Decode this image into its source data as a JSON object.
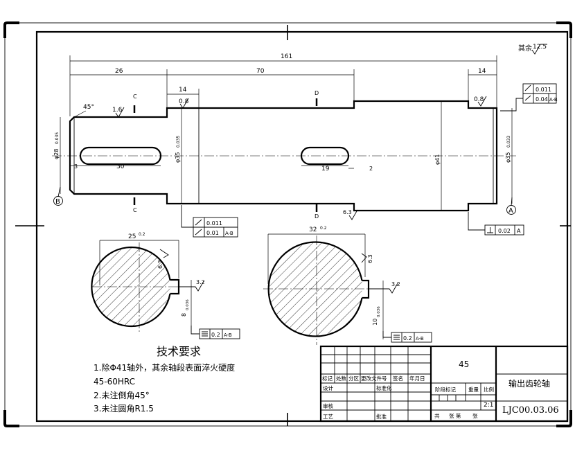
{
  "roughness_note": {
    "prefix": "其余",
    "value": "12.5"
  },
  "dims": {
    "overall_length": "161",
    "len_left": "26",
    "len_mid": "70",
    "len_shoulder": "14",
    "len_right": "14",
    "chamfer": "45°",
    "key1_len": "30",
    "key1_offset": "3",
    "key2_len": "19",
    "key2_offset": "2",
    "dia_left": "φ28",
    "dia_left_tol": "0.035",
    "dia_bearing_left": "φ35",
    "dia_bearing_left_tol": "0.035",
    "dia_shoulder": "φ41",
    "dia_bearing_right": "φ35",
    "dia_bearing_right_tol": "0.033",
    "rough_1": "1.6",
    "rough_2": "0.8",
    "rough_3": "0.8",
    "rough_4": "6.3",
    "section_c": "C",
    "section_d": "D",
    "datum_a": "A",
    "datum_b": "B"
  },
  "gtol": {
    "right_runout": "0.011",
    "right_total": "0.04",
    "right_ref": "A-B",
    "left_runout": "0.011",
    "left_total": "0.01",
    "left_ref": "A-B",
    "perp": "0.02",
    "perp_ref": "A"
  },
  "section_left": {
    "width": "25",
    "width_tol": "0.2",
    "rough_top": "6.3",
    "rough_key": "3.2",
    "key_w": "8",
    "key_tol": "0.036",
    "sym": "0.2",
    "sym_ref": "A-B"
  },
  "section_right": {
    "width": "32",
    "width_tol": "0.2",
    "rough_top": "6.3",
    "rough_key": "3.2",
    "key_w": "10",
    "key_tol": "0.036",
    "sym": "0.2",
    "sym_ref": "A-B"
  },
  "tech_req": {
    "title": "技术要求",
    "line1": "1.除Φ41轴外，其余轴段表面淬火硬度",
    "line2": "45-60HRC",
    "line3": "2.未注倒角45°",
    "line4": "3.未注圆角R1.5"
  },
  "title_block": {
    "material": "45",
    "part_name": "输出齿轮轴",
    "drawing_no": "LJC00.03.06",
    "scale": "2:1",
    "h_mark": "标记",
    "h_count": "处数",
    "h_zone": "分区",
    "h_doc": "更改文件号",
    "h_sign": "签名",
    "h_date": "年月日",
    "h_design": "设计",
    "h_std": "标准化",
    "h_review": "审核",
    "h_process": "工艺",
    "h_approve": "批准",
    "h_stage": "阶段标记",
    "h_weight": "重量",
    "h_scale": "比例",
    "h_sheets": "共",
    "h_sheet_no": "张 第",
    "h_sheet_end": "张"
  }
}
